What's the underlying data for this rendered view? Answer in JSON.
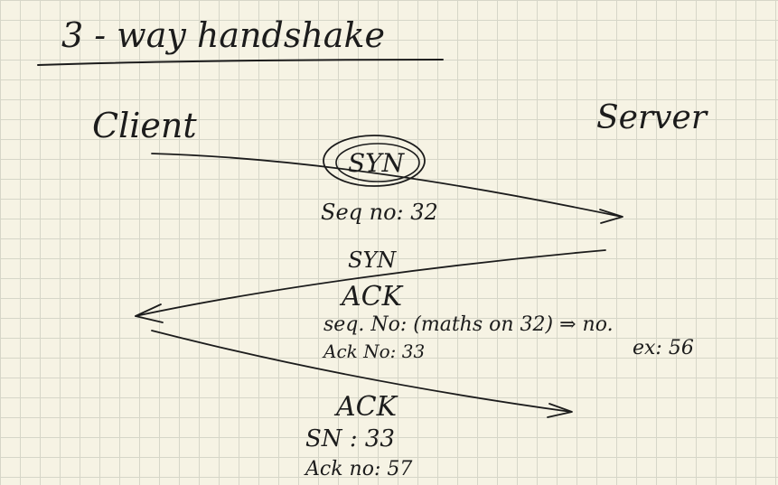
{
  "title": "3 - way  handshake",
  "actors": {
    "client": "Client",
    "server": "Server"
  },
  "messages": [
    {
      "label": "SYN",
      "circled": true,
      "details": [
        "Seq no: 32"
      ]
    },
    {
      "label": "SYN",
      "label2": "ACK",
      "details": [
        "seq. No: (maths on 32) ⇒ no.",
        "ex: 56",
        "Ack No: 33"
      ]
    },
    {
      "label": "ACK",
      "details": [
        "SN : 33",
        "Ack no: 57"
      ]
    }
  ]
}
